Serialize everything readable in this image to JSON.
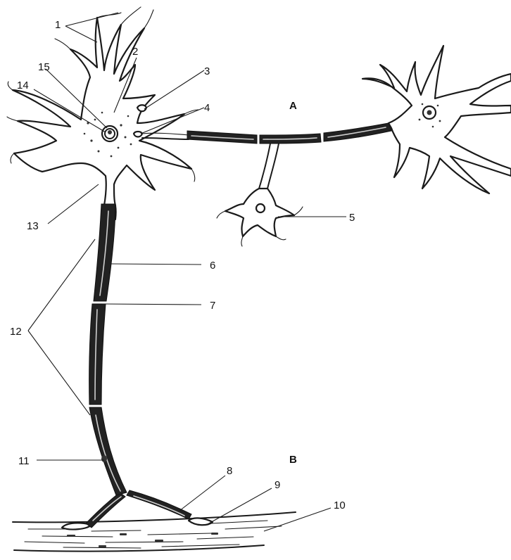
{
  "labels": {
    "n1": "1",
    "n2": "2",
    "n3": "3",
    "n4": "4",
    "n5": "5",
    "n6": "6",
    "n7": "7",
    "n8": "8",
    "n9": "9",
    "n10": "10",
    "n11": "11",
    "n12": "12",
    "n13": "13",
    "n14": "14",
    "n15": "15",
    "A": "A",
    "B": "B"
  },
  "colors": {
    "ink": "#1a1a1a",
    "myelin": "#222222",
    "paper": "#ffffff"
  }
}
